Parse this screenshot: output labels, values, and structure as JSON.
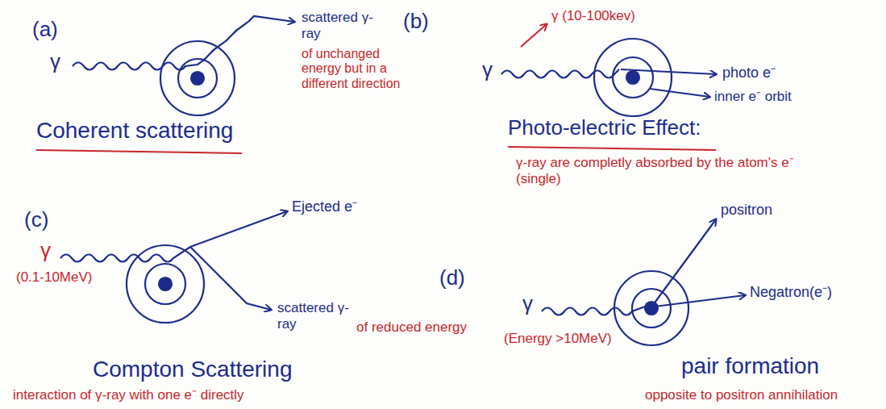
{
  "diagram": {
    "labels": [
      "(a)",
      "γ",
      "scattered γ-ray",
      "of unchanged energy but in a different direction",
      "Coherent scattering",
      "(b)",
      "γ (10-100kev)",
      "γ",
      "photo e⁻",
      "inner e⁻ orbit",
      "Photo-electric Effect:",
      "γ-ray are completly absorbed by the atom's e⁻ (single)",
      "(c)",
      "γ",
      "(0.1-10MeV)",
      "Ejected e⁻",
      "scattered γ-ray",
      "of reduced energy",
      "Compton Scattering",
      "interaction of γ-ray with one e⁻ directly",
      "(d)",
      "γ",
      "(Energy >10MeV)",
      "positron",
      "Negatron(e⁻)",
      "pair formation",
      "opposite to positron annihilation"
    ]
  }
}
